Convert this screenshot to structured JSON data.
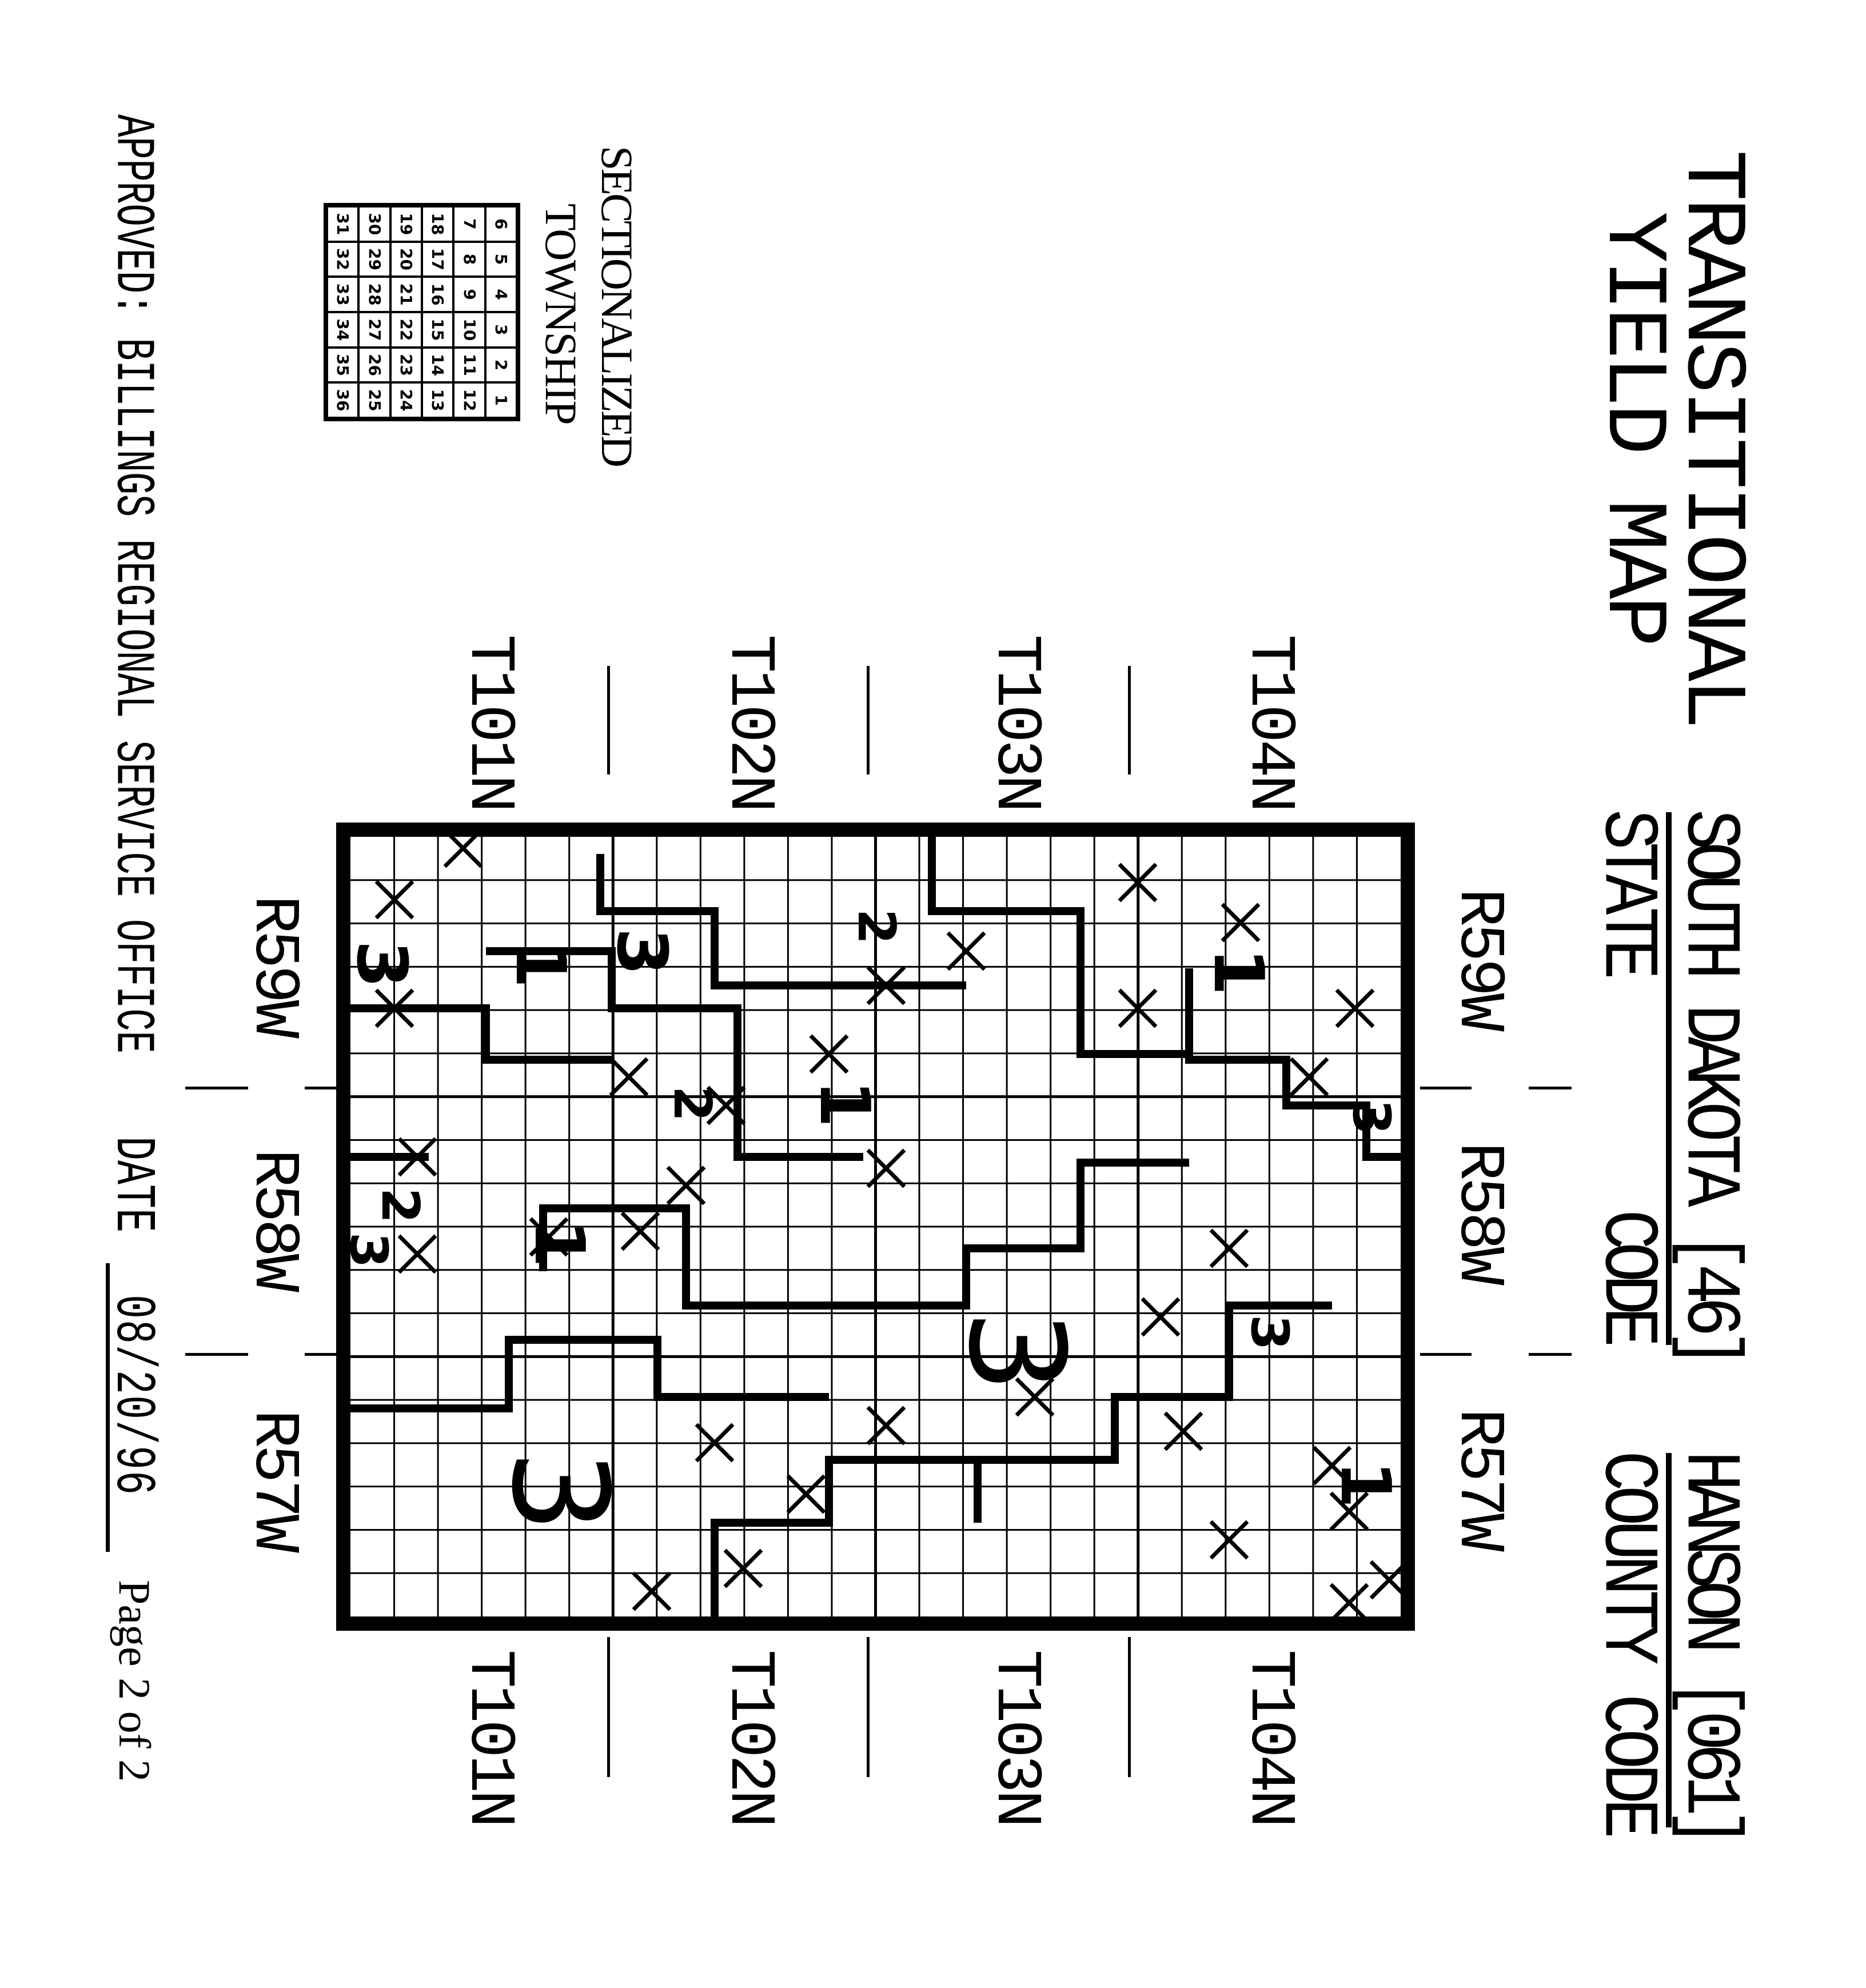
{
  "header": {
    "title_line1": "TRANSITIONAL",
    "title_line2": "YIELD MAP",
    "state_value": "SOUTH DAKOTA [46]",
    "state_label": "STATE",
    "state_code_label": "CODE",
    "county_value": "HANSON [061]",
    "county_label": "COUNTY CODE"
  },
  "ranges": [
    "R59W",
    "R58W",
    "R57W"
  ],
  "townships": [
    "T104N",
    "T103N",
    "T102N",
    "T101N"
  ],
  "legend": {
    "title_line1": "SECTIONALIZED",
    "title_line2": "TOWNSHIP",
    "sections": [
      "6",
      "5",
      "4",
      "3",
      "2",
      "1",
      "7",
      "8",
      "9",
      "10",
      "11",
      "12",
      "18",
      "17",
      "16",
      "15",
      "14",
      "13",
      "19",
      "20",
      "21",
      "22",
      "23",
      "24",
      "30",
      "29",
      "28",
      "27",
      "26",
      "25",
      "31",
      "32",
      "33",
      "34",
      "35",
      "36"
    ]
  },
  "map": {
    "zone_labels": [
      "1",
      "3",
      "3",
      "1",
      "3",
      "2",
      "1",
      "2",
      "3",
      "1",
      "1",
      "3",
      "2",
      "3",
      "3"
    ]
  },
  "footer": {
    "approved": "APPROVED: BILLINGS REGIONAL SERVICE OFFICE",
    "date_label": "DATE",
    "date_value": "08/20/96",
    "page": "Page 2 of 2"
  }
}
